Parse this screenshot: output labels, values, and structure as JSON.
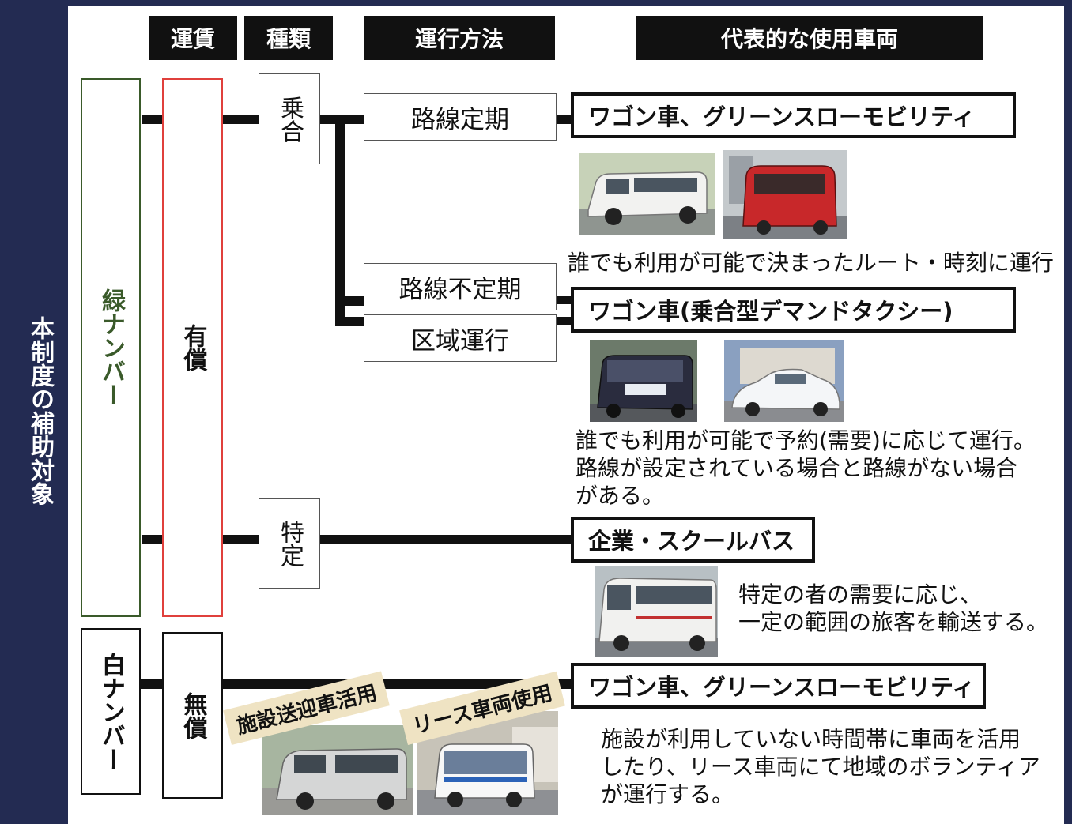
{
  "sidebar": {
    "title": "本制度の補助対象"
  },
  "headers": {
    "fare": "運賃",
    "type": "種類",
    "method": "運行方法",
    "vehicle": "代表的な使用車両"
  },
  "plates": {
    "green": "緑ナンバー",
    "white": "白ナンバー"
  },
  "fares": {
    "paid": "有償",
    "free": "無償"
  },
  "types": {
    "shared": "乗合",
    "specific": "特定"
  },
  "methods": {
    "regular": "路線定期",
    "irregular": "路線不定期",
    "area": "区域運行"
  },
  "vehicles": {
    "row1": "ワゴン車、グリーンスローモビリティ",
    "row2": "ワゴン車(乗合型デマンドタクシー)",
    "row3": "企業・スクールバス",
    "row4": "ワゴン車、グリーンスローモビリティ"
  },
  "descriptions": {
    "row1": "誰でも利用が可能で決まったルート・時刻に運行",
    "row2": "誰でも利用が可能で予約(需要)に応じて運行。\n路線が設定されている場合と路線がない場合\nがある。",
    "row3": "特定の者の需要に応じ、\n一定の範囲の旅客を輸送する。",
    "row4": "施設が利用していない時間帯に車両を活用\nしたり、リース車両にて地域のボランティア\nが運行する。"
  },
  "tags": {
    "facility": "施設送迎車活用",
    "lease": "リース車両使用"
  },
  "colors": {
    "green": "#3a5a2a",
    "red": "#e0403c",
    "navy": "#232b52",
    "tag": "#efe3c3"
  }
}
